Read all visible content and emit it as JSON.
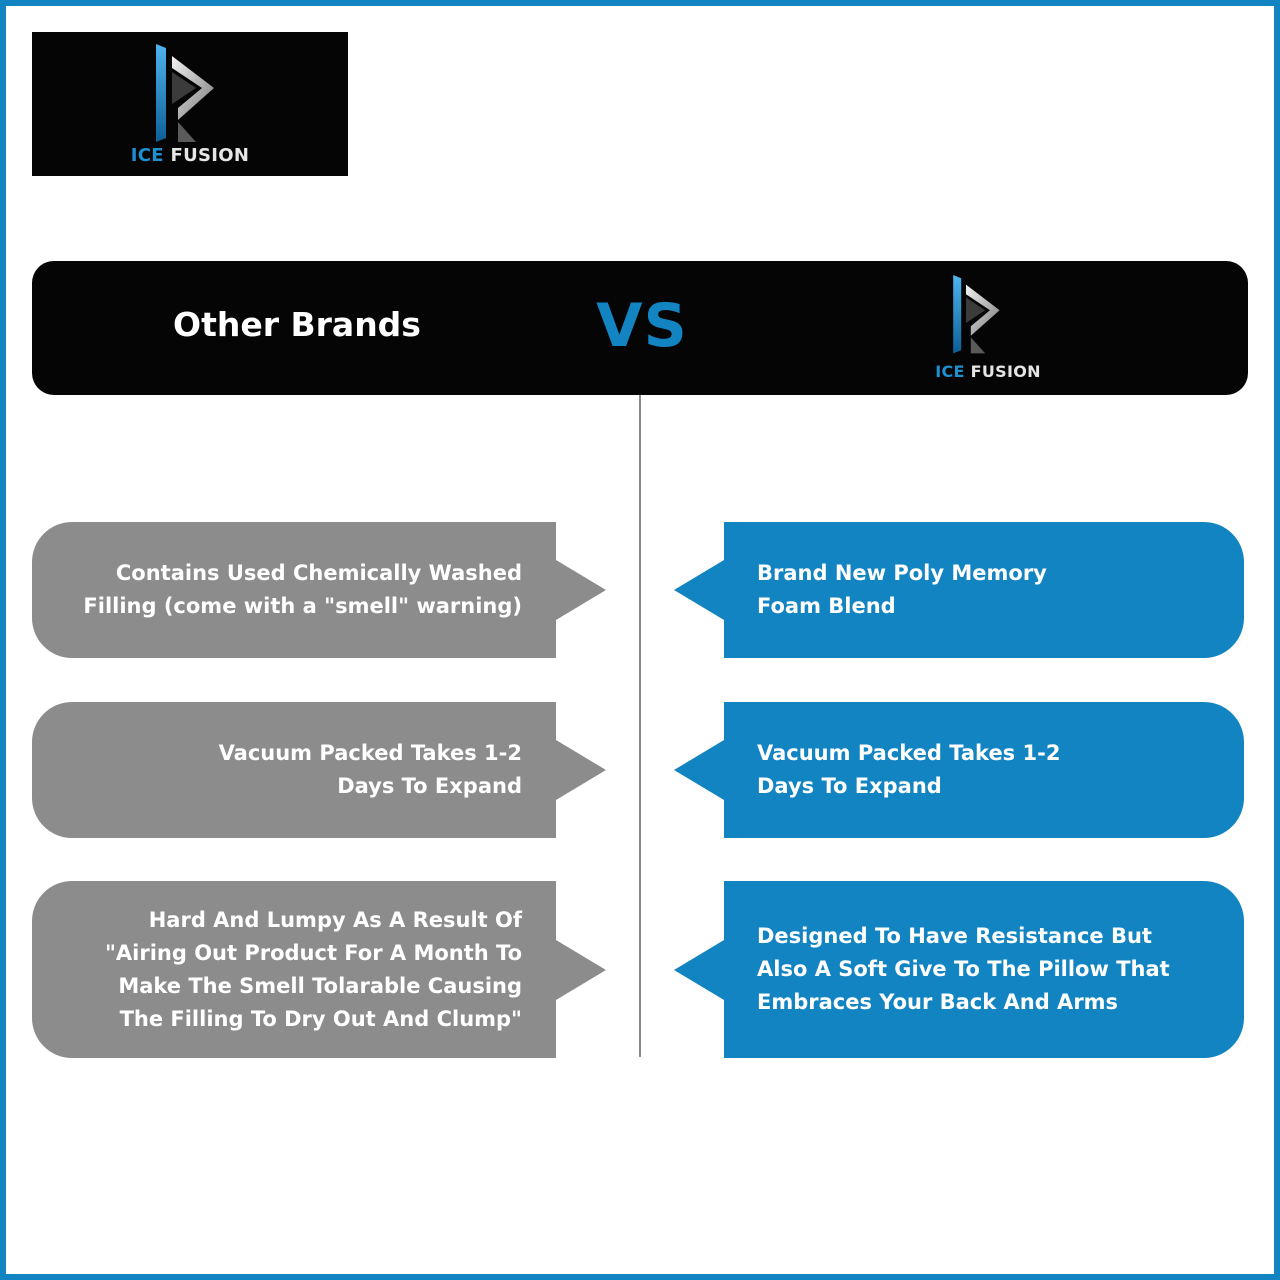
{
  "brand": {
    "logo_word_ice": "ICE",
    "logo_word_fusion": "FUSION",
    "primary_color": "#1384c2",
    "logo_icon": "ice-fusion-monogram-icon"
  },
  "header": {
    "other_title": "Other Brands",
    "vs_label": "VS"
  },
  "comparison": {
    "rows": [
      {
        "other": [
          "Contains Used Chemically Washed",
          "Filling (come with a \"smell\" warning)"
        ],
        "ice": [
          "Brand New Poly Memory",
          "Foam Blend"
        ]
      },
      {
        "other": [
          "Vacuum Packed Takes 1-2",
          "Days To Expand"
        ],
        "ice": [
          "Vacuum Packed Takes 1-2",
          "Days To Expand"
        ]
      },
      {
        "other": [
          "Hard And Lumpy As A Result Of",
          "\"Airing Out Product For A Month To",
          "Make The Smell Tolarable Causing",
          "The Filling To Dry Out And Clump\""
        ],
        "ice": [
          "Designed To Have Resistance But",
          "Also A Soft Give To The Pillow That",
          "Embraces Your Back And Arms"
        ]
      }
    ]
  },
  "colors": {
    "other_bubble": "#8c8c8c",
    "ice_bubble": "#1384c2",
    "header_bg": "#050505"
  }
}
